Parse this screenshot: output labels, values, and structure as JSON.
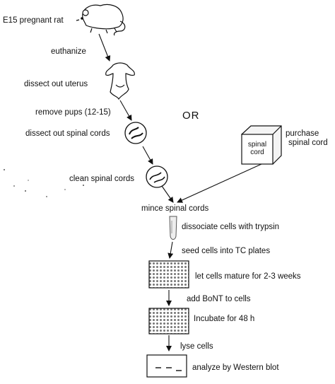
{
  "start": "E15 pregnant rat",
  "steps": {
    "euthanize": "euthanize",
    "dissect_uterus": "dissect out uterus",
    "remove_pups": "remove pups (12-15)",
    "dissect_cords": "dissect out spinal cords",
    "clean_cords": "clean spinal cords",
    "mince_cords": "mince spinal cords",
    "dissociate": "dissociate cells with trypsin",
    "seed": "seed cells into TC plates",
    "mature": "let cells mature for 2-3 weeks",
    "add_bont": "add BoNT to cells",
    "incubate": "Incubate for 48 h",
    "lyse": "lyse cells",
    "analyze": "analyze by Western blot"
  },
  "or_label": "OR",
  "alternative": {
    "purchase_line1": "purchase",
    "purchase_line2": "spinal cord",
    "box_line1": "spinal",
    "box_line2": "cord"
  }
}
